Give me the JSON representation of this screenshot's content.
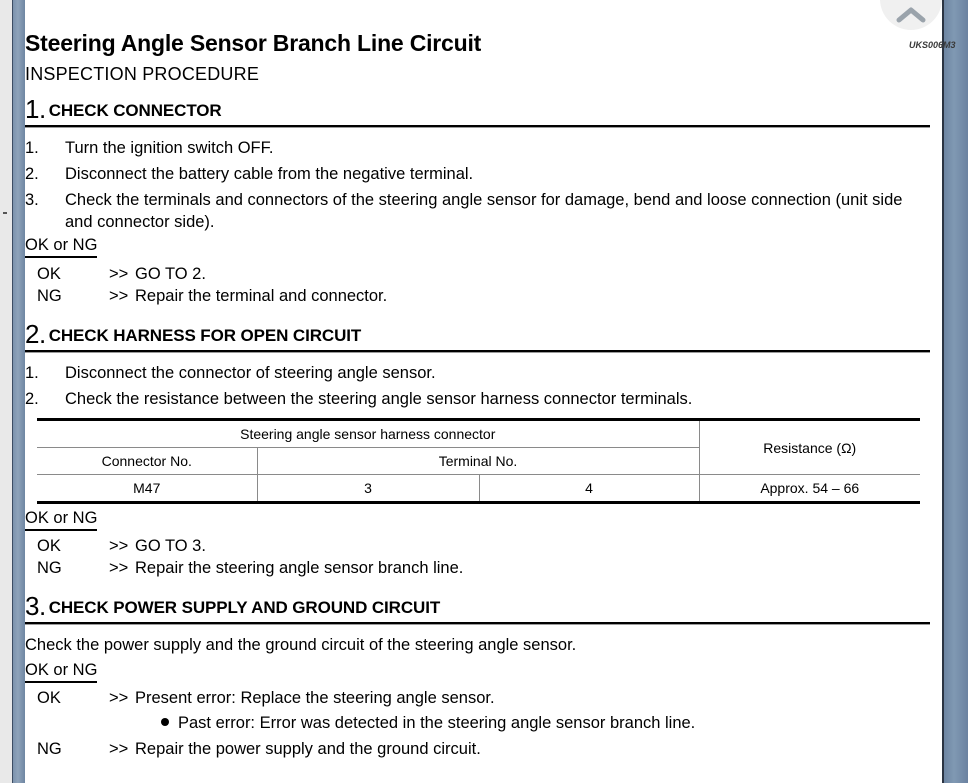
{
  "window": {
    "collapse_icon": "chevron-up-icon"
  },
  "scrollbars": {
    "left_present": true,
    "right_present": true
  },
  "colors": {
    "accent_blue_gray": "#7d93ad",
    "rule_black": "#000000",
    "rule_gray": "#9a9a9a",
    "page_background": "#ffffff"
  },
  "header": {
    "title": "Steering Angle Sensor Branch Line Circuit",
    "doc_code": "UKS006M3",
    "subtitle": "INSPECTION PROCEDURE"
  },
  "steps": [
    {
      "number": "1.",
      "label": "CHECK CONNECTOR",
      "items": [
        {
          "index": "1.",
          "text": "Turn the ignition switch OFF."
        },
        {
          "index": "2.",
          "text": "Disconnect the battery cable from the negative terminal."
        },
        {
          "index": "3.",
          "text": "Check the terminals and connectors of the steering angle sensor for damage, bend and loose connection (unit side and connector side)."
        }
      ],
      "okng_heading": "OK or NG",
      "results": [
        {
          "tag": "OK",
          "arrow": ">>",
          "text": "GO TO 2."
        },
        {
          "tag": "NG",
          "arrow": ">>",
          "text": "Repair the terminal and connector."
        }
      ]
    },
    {
      "number": "2.",
      "label": "CHECK HARNESS FOR OPEN CIRCUIT",
      "items": [
        {
          "index": "1.",
          "text": "Disconnect the connector of steering angle sensor."
        },
        {
          "index": "2.",
          "text": "Check the resistance between the steering angle sensor harness connector terminals."
        }
      ],
      "okng_heading": "OK or NG",
      "results": [
        {
          "tag": "OK",
          "arrow": ">>",
          "text": "GO TO 3."
        },
        {
          "tag": "NG",
          "arrow": ">>",
          "text": "Repair the steering angle sensor branch line."
        }
      ]
    },
    {
      "number": "3.",
      "label": "CHECK POWER SUPPLY AND GROUND CIRCUIT",
      "paragraph": "Check the power supply and the ground circuit of the steering angle sensor.",
      "okng_heading": "OK or NG",
      "results": [
        {
          "tag": "OK",
          "arrow": ">>",
          "bullets": [
            "Present error: Replace the steering angle sensor.",
            "Past error: Error was detected in the steering angle sensor branch line."
          ]
        },
        {
          "tag": "NG",
          "arrow": ">>",
          "text": "Repair the power supply and the ground circuit."
        }
      ]
    }
  ],
  "table": {
    "group_header": "Steering angle sensor harness connector",
    "resistance_header": "Resistance (Ω)",
    "sub_headers": {
      "connector_no": "Connector No.",
      "terminal_no": "Terminal No."
    },
    "row": {
      "connector_no": "M47",
      "terminal_a": "3",
      "terminal_b": "4",
      "resistance": "Approx. 54 – 66"
    }
  }
}
